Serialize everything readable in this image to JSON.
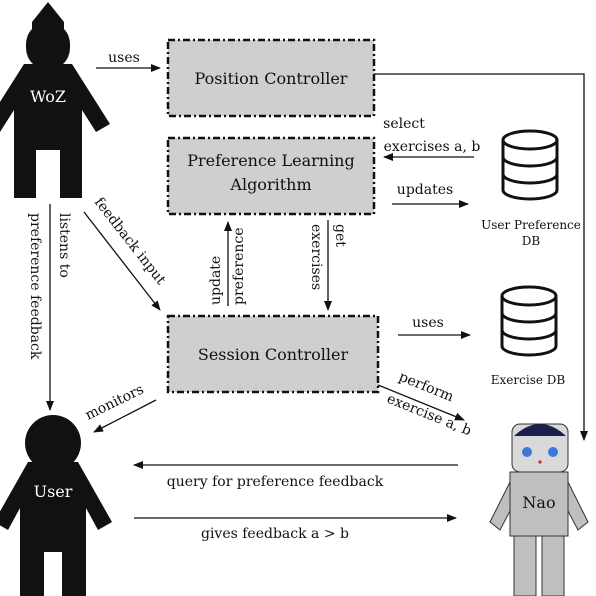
{
  "boxes": {
    "position_controller": "Position Controller",
    "preference_learning_line1": "Preference Learning",
    "preference_learning_line2": "Algorithm",
    "session_controller": "Session Controller"
  },
  "actors": {
    "woz": "WoZ",
    "user": "User",
    "nao": "Nao"
  },
  "databases": {
    "user_pref_line1": "User Preference",
    "user_pref_line2": "DB",
    "exercise": "Exercise DB"
  },
  "edges": {
    "woz_uses": "uses",
    "select_line1": "select",
    "select_line2": "exercises a, b",
    "updates": "updates",
    "listens_line1": "listens to",
    "listens_line2": "preference feedback",
    "feedback_input": "feedback input",
    "update_pref_line1": "update",
    "update_pref_line2": "preference",
    "get_exercises_line1": "get",
    "get_exercises_line2": "exercises",
    "session_uses": "uses",
    "monitors": "monitors",
    "perform_line1": "perform",
    "perform_line2": "exercise a, b",
    "query": "query for preference feedback",
    "gives": "gives feedback a > b"
  }
}
